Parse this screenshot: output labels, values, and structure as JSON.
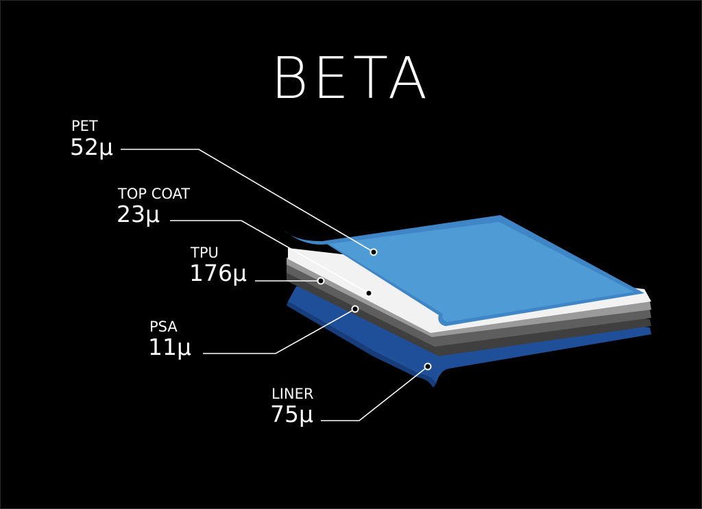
{
  "header": {
    "title": "BETA"
  },
  "layers": [
    {
      "name": "PET",
      "thickness": "52µ"
    },
    {
      "name": "TOP COAT",
      "thickness": "23µ"
    },
    {
      "name": "TPU",
      "thickness": "176µ"
    },
    {
      "name": "PSA",
      "thickness": "11µ"
    },
    {
      "name": "LINER",
      "thickness": "75µ"
    }
  ],
  "colors": {
    "background": "#000000",
    "pet_top": "#4f9bd6",
    "pet_rim": "#3f86c6",
    "top_coat": "#f2f2f2",
    "tpu_light": "#9a9a9a",
    "tpu_dark": "#5e5e5e",
    "psa": "#3f3f3f",
    "liner": "#1f4f99",
    "text": "#ffffff"
  }
}
